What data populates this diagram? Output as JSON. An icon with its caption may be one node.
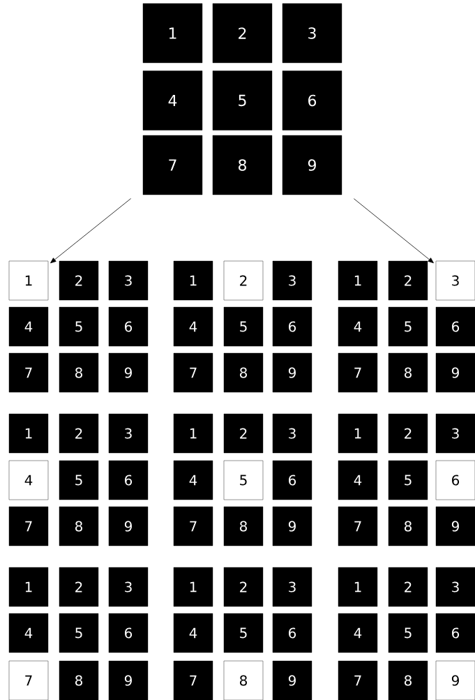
{
  "diagram": {
    "nodes": [
      {
        "text": [
          "1"
        ]
      },
      {
        "text": [
          "2"
        ]
      },
      {
        "text": [
          "3"
        ]
      },
      {
        "text": [
          "4"
        ]
      },
      {
        "text": [
          "5"
        ]
      },
      {
        "text": [
          "6"
        ]
      },
      {
        "text": [
          "7"
        ]
      },
      {
        "text": [
          "8"
        ]
      },
      {
        "text": [
          "9"
        ]
      },
      {
        "text": [
          "1"
        ]
      },
      {
        "text": [
          "2"
        ]
      },
      {
        "text": [
          "3"
        ]
      },
      {
        "text": [
          "4"
        ]
      },
      {
        "text": [
          "5"
        ]
      },
      {
        "text": [
          "6"
        ]
      },
      {
        "text": [
          "7"
        ]
      },
      {
        "text": [
          "8"
        ]
      },
      {
        "text": [
          "9"
        ]
      },
      {
        "text": [
          "1"
        ]
      },
      {
        "text": [
          "2"
        ]
      },
      {
        "text": [
          "3"
        ]
      },
      {
        "text": [
          "4"
        ]
      },
      {
        "text": [
          "5"
        ]
      },
      {
        "text": [
          "6"
        ]
      },
      {
        "text": [
          "7"
        ]
      },
      {
        "text": [
          "8"
        ]
      },
      {
        "text": [
          "9"
        ]
      },
      {
        "text": [
          "1"
        ]
      },
      {
        "text": [
          "2"
        ]
      },
      {
        "text": [
          "3"
        ]
      },
      {
        "text": [
          "4"
        ]
      },
      {
        "text": [
          "5"
        ]
      },
      {
        "text": [
          "6"
        ]
      },
      {
        "text": [
          "7"
        ]
      },
      {
        "text": [
          "8"
        ]
      },
      {
        "text": [
          "9"
        ]
      },
      {
        "text": [
          "1"
        ]
      },
      {
        "text": [
          "2"
        ]
      },
      {
        "text": [
          "3"
        ]
      },
      {
        "text": [
          "4"
        ]
      },
      {
        "text": [
          "5"
        ]
      },
      {
        "text": [
          "6"
        ]
      },
      {
        "text": [
          "7"
        ]
      },
      {
        "text": [
          "8"
        ]
      },
      {
        "text": [
          "9"
        ]
      },
      {
        "text": [
          "1"
        ]
      },
      {
        "text": [
          "2"
        ]
      },
      {
        "text": [
          "3"
        ]
      },
      {
        "text": [
          "4"
        ]
      },
      {
        "text": [
          "5"
        ]
      },
      {
        "text": [
          "6"
        ]
      },
      {
        "text": [
          "7"
        ]
      },
      {
        "text": [
          "8"
        ]
      },
      {
        "text": [
          "9"
        ]
      },
      {
        "text": [
          "1"
        ]
      },
      {
        "text": [
          "2"
        ]
      },
      {
        "text": [
          "3"
        ]
      },
      {
        "text": [
          "4"
        ]
      },
      {
        "text": [
          "5"
        ]
      },
      {
        "text": [
          "6"
        ]
      },
      {
        "text": [
          "7"
        ]
      },
      {
        "text": [
          "8"
        ]
      },
      {
        "text": [
          "9"
        ]
      },
      {
        "text": [
          "1"
        ]
      },
      {
        "text": [
          "2"
        ]
      },
      {
        "text": [
          "3"
        ]
      },
      {
        "text": [
          "4"
        ]
      },
      {
        "text": [
          "5"
        ]
      },
      {
        "text": [
          "6"
        ]
      },
      {
        "text": [
          "7"
        ]
      },
      {
        "text": [
          "8"
        ]
      },
      {
        "text": [
          "9"
        ]
      },
      {
        "text": [
          "1"
        ]
      },
      {
        "text": [
          "2"
        ]
      },
      {
        "text": [
          "3"
        ]
      },
      {
        "text": [
          "4"
        ]
      },
      {
        "text": [
          "5"
        ]
      },
      {
        "text": [
          "6"
        ]
      },
      {
        "text": [
          "7"
        ]
      },
      {
        "text": [
          "8"
        ]
      },
      {
        "text": [
          "9"
        ]
      },
      {
        "text": [
          "1"
        ]
      },
      {
        "text": [
          "2"
        ]
      },
      {
        "text": [
          "3"
        ]
      },
      {
        "text": [
          "4"
        ]
      },
      {
        "text": [
          "5"
        ]
      },
      {
        "text": [
          "6"
        ]
      },
      {
        "text": [
          "7"
        ]
      },
      {
        "text": [
          "8"
        ]
      },
      {
        "text": [
          "9"
        ]
      }
    ],
    "edges": [
      {
        "from": 6,
        "to": 9,
        "arrow": "to"
      },
      {
        "from": 8,
        "to": 29,
        "arrow": "to"
      }
    ]
  }
}
